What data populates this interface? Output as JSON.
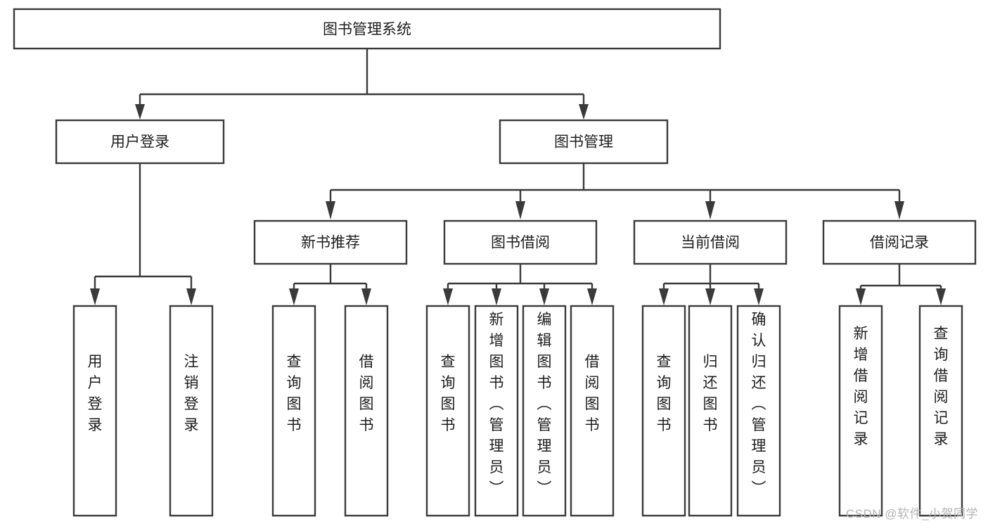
{
  "diagram": {
    "type": "tree-hierarchy-flowchart",
    "root": {
      "label": "图书管理系统"
    },
    "level2": [
      {
        "id": "user-login",
        "label": "用户登录"
      },
      {
        "id": "book-management",
        "label": "图书管理"
      }
    ],
    "level3": [
      {
        "id": "new-book-recommend",
        "label": "新书推荐"
      },
      {
        "id": "book-borrow",
        "label": "图书借阅"
      },
      {
        "id": "current-borrow",
        "label": "当前借阅"
      },
      {
        "id": "borrow-record",
        "label": "借阅记录"
      }
    ],
    "leaves": {
      "user-login": [
        {
          "id": "leaf-user-login",
          "label": "用户登录"
        },
        {
          "id": "leaf-user-logout",
          "label": "注销登录"
        }
      ],
      "new-book-recommend": [
        {
          "id": "leaf-query-book-1",
          "label": "查询图书"
        },
        {
          "id": "leaf-borrow-book-1",
          "label": "借阅图书"
        }
      ],
      "book-borrow": [
        {
          "id": "leaf-query-book-2",
          "label": "查询图书"
        },
        {
          "id": "leaf-add-book",
          "label": "新增图书（管理员）"
        },
        {
          "id": "leaf-edit-book",
          "label": "编辑图书（管理员）"
        },
        {
          "id": "leaf-borrow-book-2",
          "label": "借阅图书"
        }
      ],
      "current-borrow": [
        {
          "id": "leaf-query-book-3",
          "label": "查询图书"
        },
        {
          "id": "leaf-return-book",
          "label": "归还图书"
        },
        {
          "id": "leaf-confirm-return",
          "label": "确认归还（管理员）"
        }
      ],
      "borrow-record": [
        {
          "id": "leaf-add-borrow-record",
          "label": "新增借阅记录"
        },
        {
          "id": "leaf-query-borrow-record",
          "label": "查询借阅记录"
        }
      ]
    },
    "colors": {
      "box_fill": "#ffffff",
      "box_stroke": "#3a3a3a",
      "text": "#1d1d1d",
      "background": "#ffffff",
      "watermark": "#b3b3b3"
    }
  },
  "watermark": {
    "text": "CSDN @软件_小贺同学"
  }
}
